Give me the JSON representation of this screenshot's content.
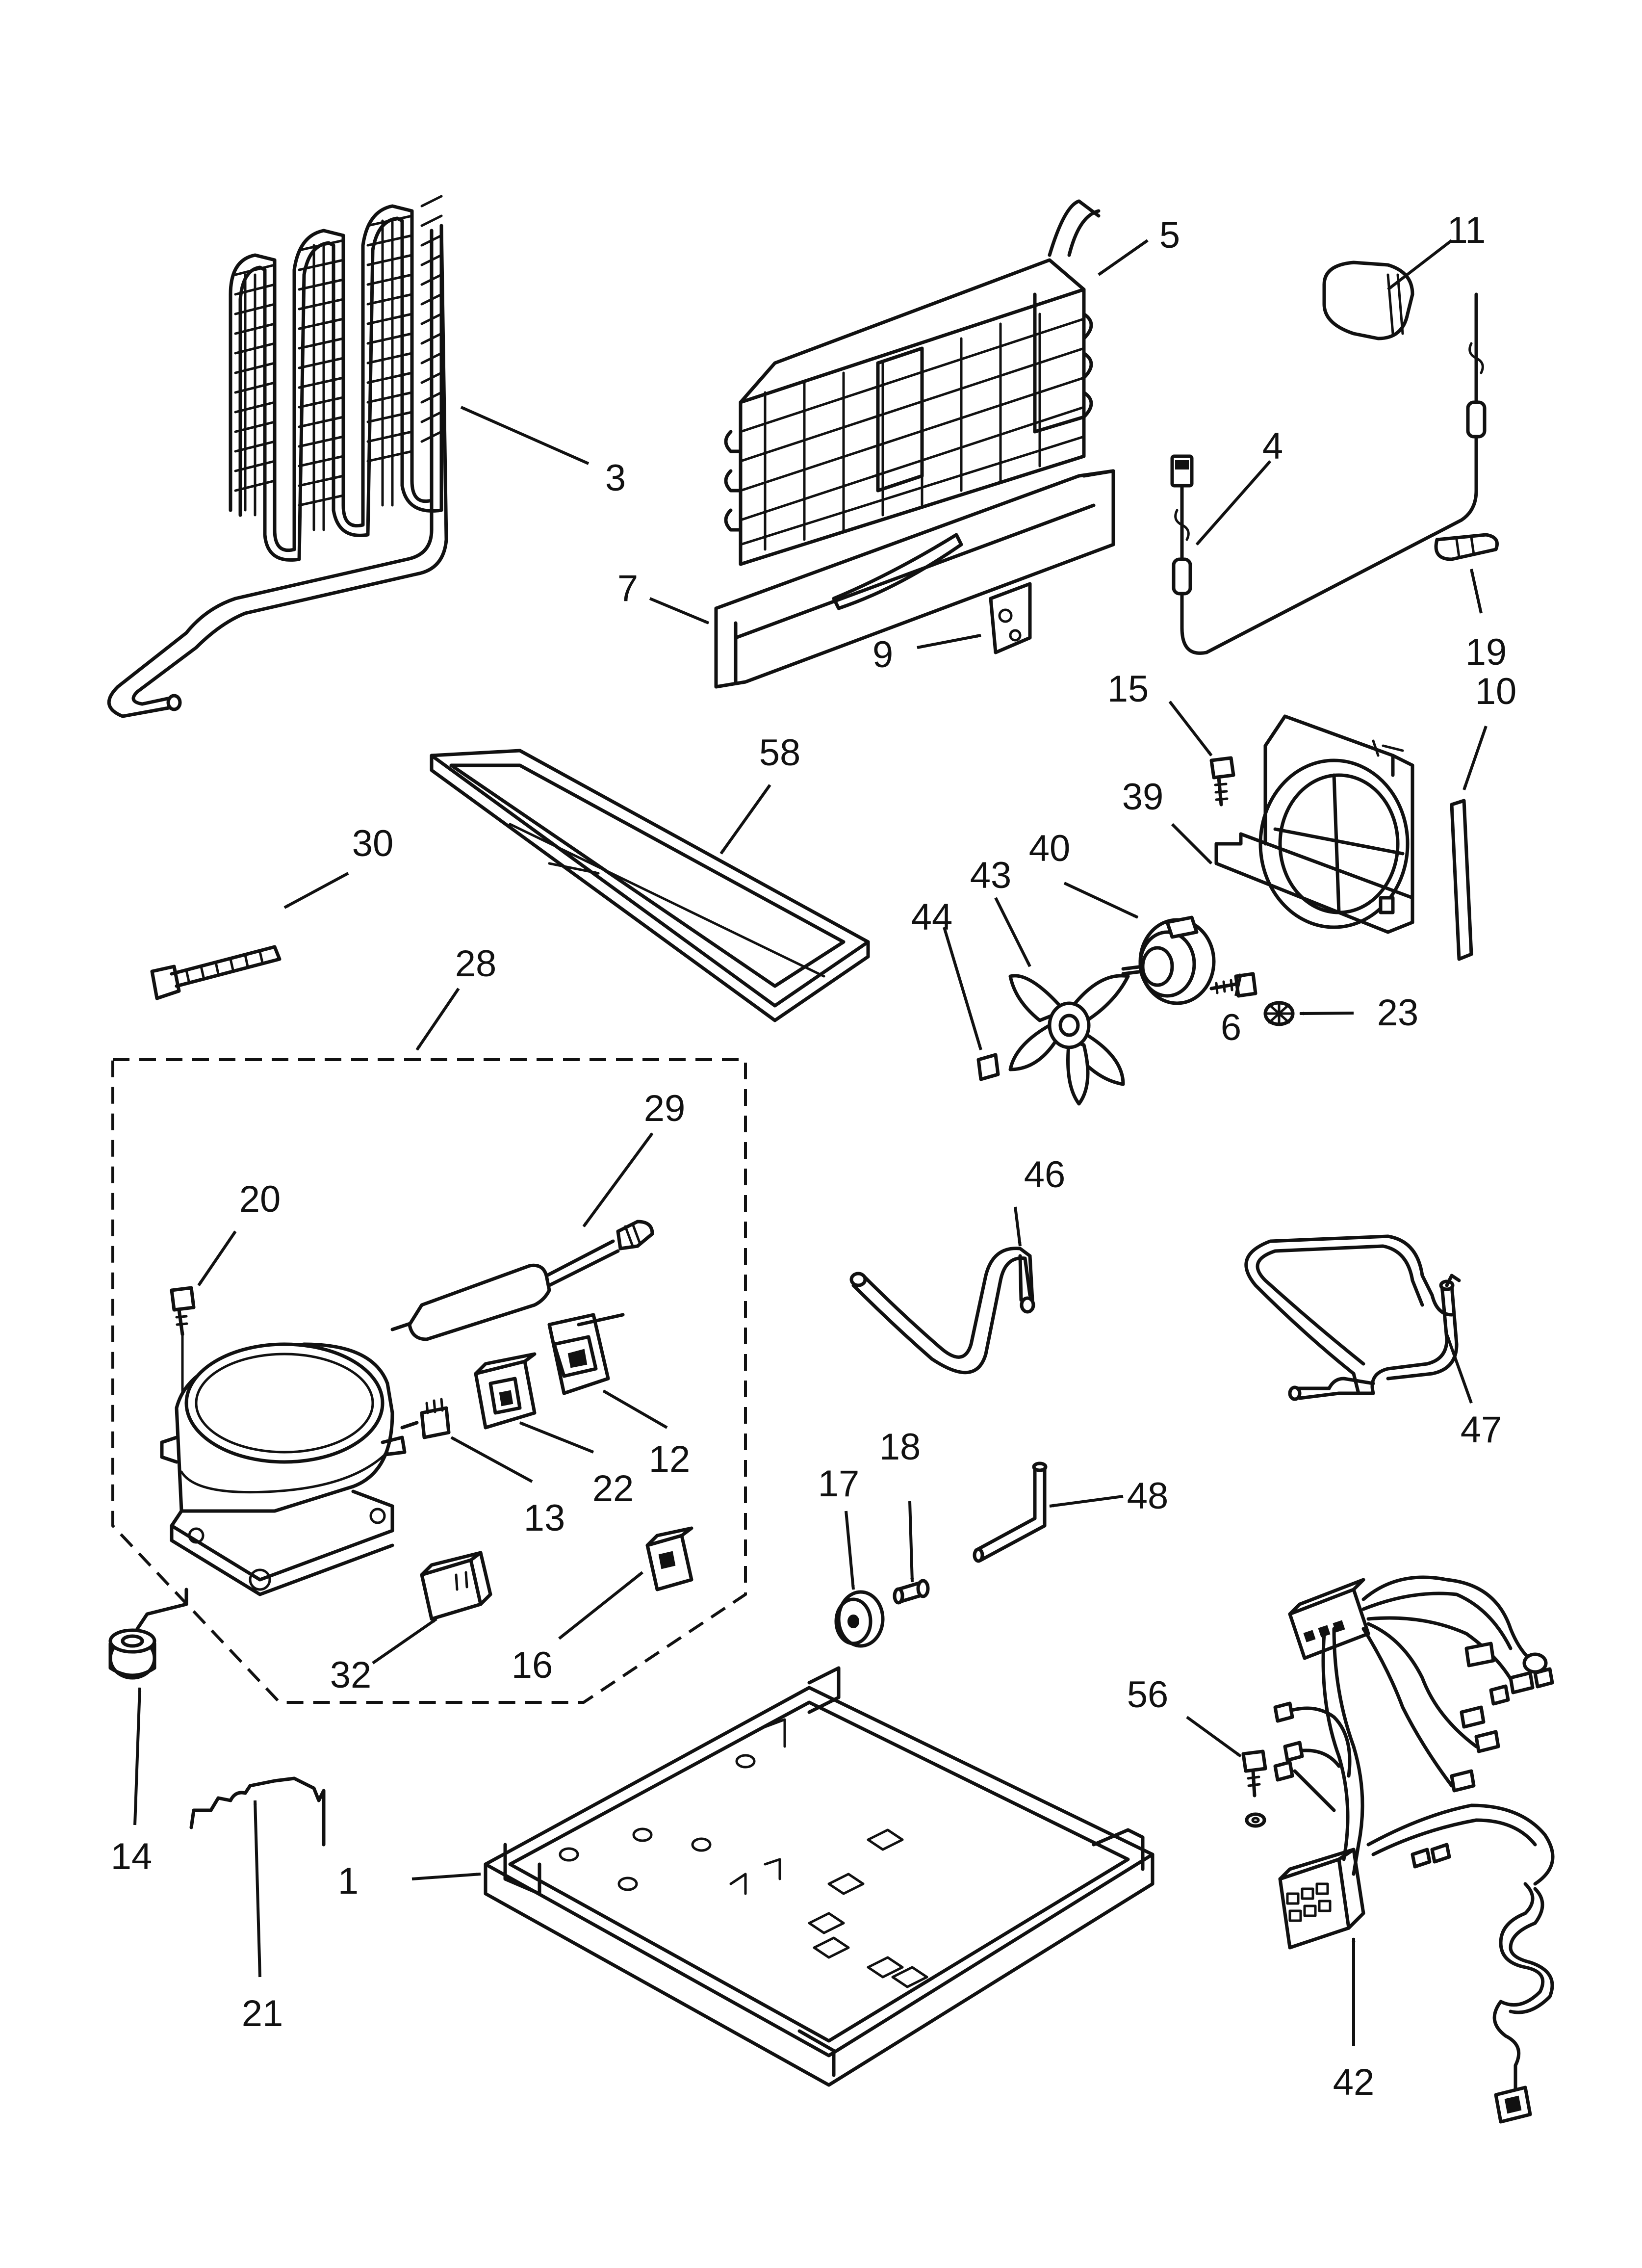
{
  "callouts": {
    "c1": "1",
    "c3": "3",
    "c4": "4",
    "c5": "5",
    "c6": "6",
    "c7": "7",
    "c9": "9",
    "c10": "10",
    "c11": "11",
    "c12": "12",
    "c13": "13",
    "c14": "14",
    "c15": "15",
    "c16": "16",
    "c17": "17",
    "c18": "18",
    "c19": "19",
    "c20": "20",
    "c21": "21",
    "c22": "22",
    "c23": "23",
    "c28": "28",
    "c29": "29",
    "c30": "30",
    "c32": "32",
    "c39": "39",
    "c40": "40",
    "c42": "42",
    "c43": "43",
    "c44": "44",
    "c46": "46",
    "c47": "47",
    "c48": "48",
    "c56": "56",
    "c58": "58"
  }
}
